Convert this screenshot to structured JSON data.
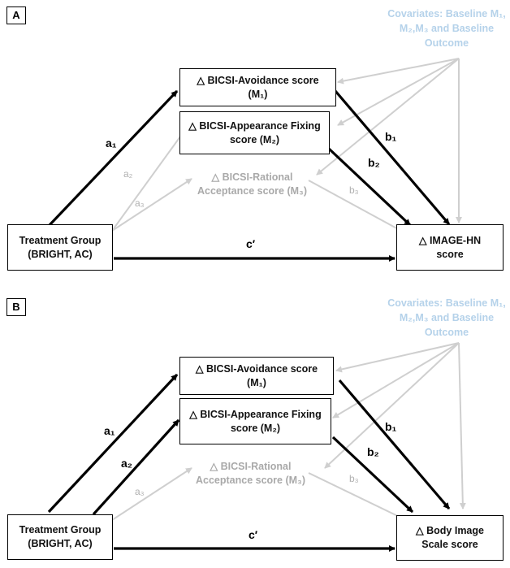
{
  "panels": [
    {
      "label": "A",
      "covariates": [
        "Covariates: Baseline",
        "M₁, M₂,M₃ and",
        "Baseline Outcome"
      ],
      "m1": [
        "△ BICSI-Avoidance score",
        "(M₁)"
      ],
      "m2": [
        "△ BICSI-Appearance Fixing",
        "score (M₂)"
      ],
      "m3": [
        "△ BICSI-Rational",
        "Acceptance score (M₃)"
      ],
      "treatment": [
        "Treatment Group",
        "(BRIGHT, AC)"
      ],
      "outcome": [
        "△ IMAGE-HN",
        "score"
      ],
      "paths": {
        "a1": "a₁",
        "a2": "a₂",
        "a3": "a₃",
        "b1": "b₁",
        "b2": "b₂",
        "b3": "b₃",
        "c": "c′"
      }
    },
    {
      "label": "B",
      "covariates": [
        "Covariates: Baseline",
        "M₁, M₂,M₃ and",
        "Baseline Outcome"
      ],
      "m1": [
        "△ BICSI-Avoidance score",
        "(M₁)"
      ],
      "m2": [
        "△ BICSI-Appearance Fixing",
        "score (M₂)"
      ],
      "m3": [
        "△ BICSI-Rational",
        "Acceptance score (M₃)"
      ],
      "treatment": [
        "Treatment Group",
        "(BRIGHT, AC)"
      ],
      "outcome": [
        "△ Body Image",
        "Scale score"
      ],
      "paths": {
        "a1": "a₁",
        "a2": "a₂",
        "a3": "a₃",
        "b1": "b₁",
        "b2": "b₂",
        "b3": "b₃",
        "c": "c′"
      }
    }
  ],
  "colors": {
    "black": "#000000",
    "gray": "#cccccc",
    "covariate_text": "#b5d2ea"
  }
}
